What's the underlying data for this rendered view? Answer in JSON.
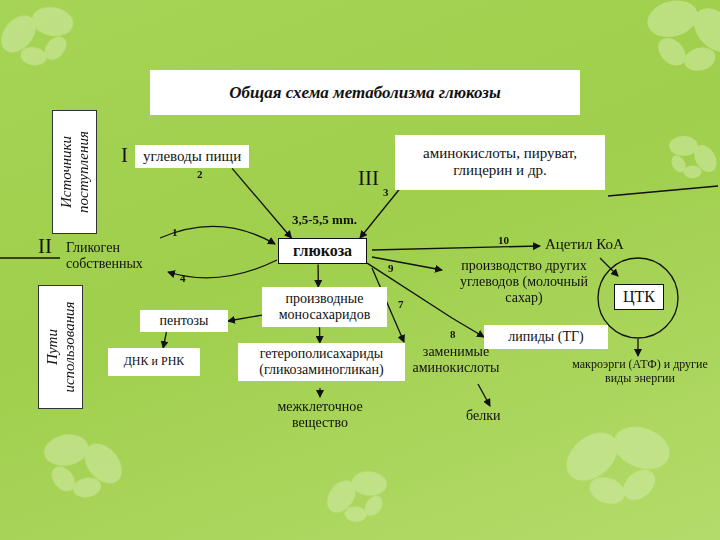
{
  "diagram": {
    "title": "Общая схема метаболизма глюкозы",
    "nodes": [
      {
        "text": [
          "Источники поступления"
        ]
      },
      {
        "text": [
          "углеводы пищи"
        ]
      },
      {
        "text": [
          "аминокислоты, пируват, глицерин и др."
        ]
      },
      {
        "text": [
          "глюкоза"
        ]
      },
      {
        "text": [
          "производные моносахаридов"
        ]
      },
      {
        "text": [
          "Пути использования"
        ]
      },
      {
        "text": [
          "пентозы"
        ]
      },
      {
        "text": [
          "липиды (ТГ)"
        ]
      },
      {
        "text": [
          "ЦТК"
        ]
      },
      {
        "text": [
          "ДНК и РНК"
        ]
      },
      {
        "text": [
          "гетерополисахариды (гликозаминогликан)"
        ]
      }
    ],
    "edges": [
      {
        "from": 1,
        "to": 3,
        "arrow": "to"
      },
      {
        "from": 2,
        "to": 3,
        "arrow": "to"
      },
      {
        "from": 3,
        "to": 4,
        "arrow": "to"
      },
      {
        "from": 4,
        "to": 6,
        "arrow": "to"
      },
      {
        "from": 6,
        "to": 9,
        "arrow": "to"
      },
      {
        "from": 4,
        "to": 10,
        "arrow": "to"
      },
      {
        "from": 3,
        "to": 7,
        "arrow": "to"
      }
    ],
    "labels": [
      "I",
      "2",
      "III",
      "3",
      "3,5-5,5 mm.",
      "1",
      "II",
      "Гликоген собственных",
      "Ацетил КоА",
      "10",
      "9",
      "производство других углеводов (молочный сахар)",
      "4",
      "7",
      "8",
      "заменимые аминокислоты",
      "макроэрги (АТФ) и другие виды энергии",
      "межклеточное вещество",
      "белки"
    ]
  }
}
